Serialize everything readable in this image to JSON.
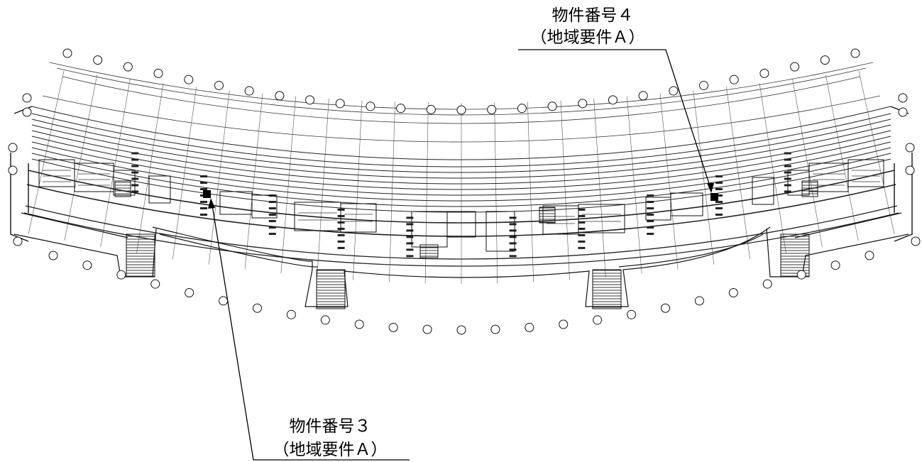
{
  "callouts": [
    {
      "id": "item-4",
      "line1": "物件番号４",
      "line2": "（地域要件Ａ）"
    },
    {
      "id": "item-3",
      "line1": "物件番号３",
      "line2": "（地域要件Ａ）"
    }
  ],
  "colors": {
    "ink": "#111111",
    "marker": "#000000",
    "paper": "#ffffff"
  }
}
